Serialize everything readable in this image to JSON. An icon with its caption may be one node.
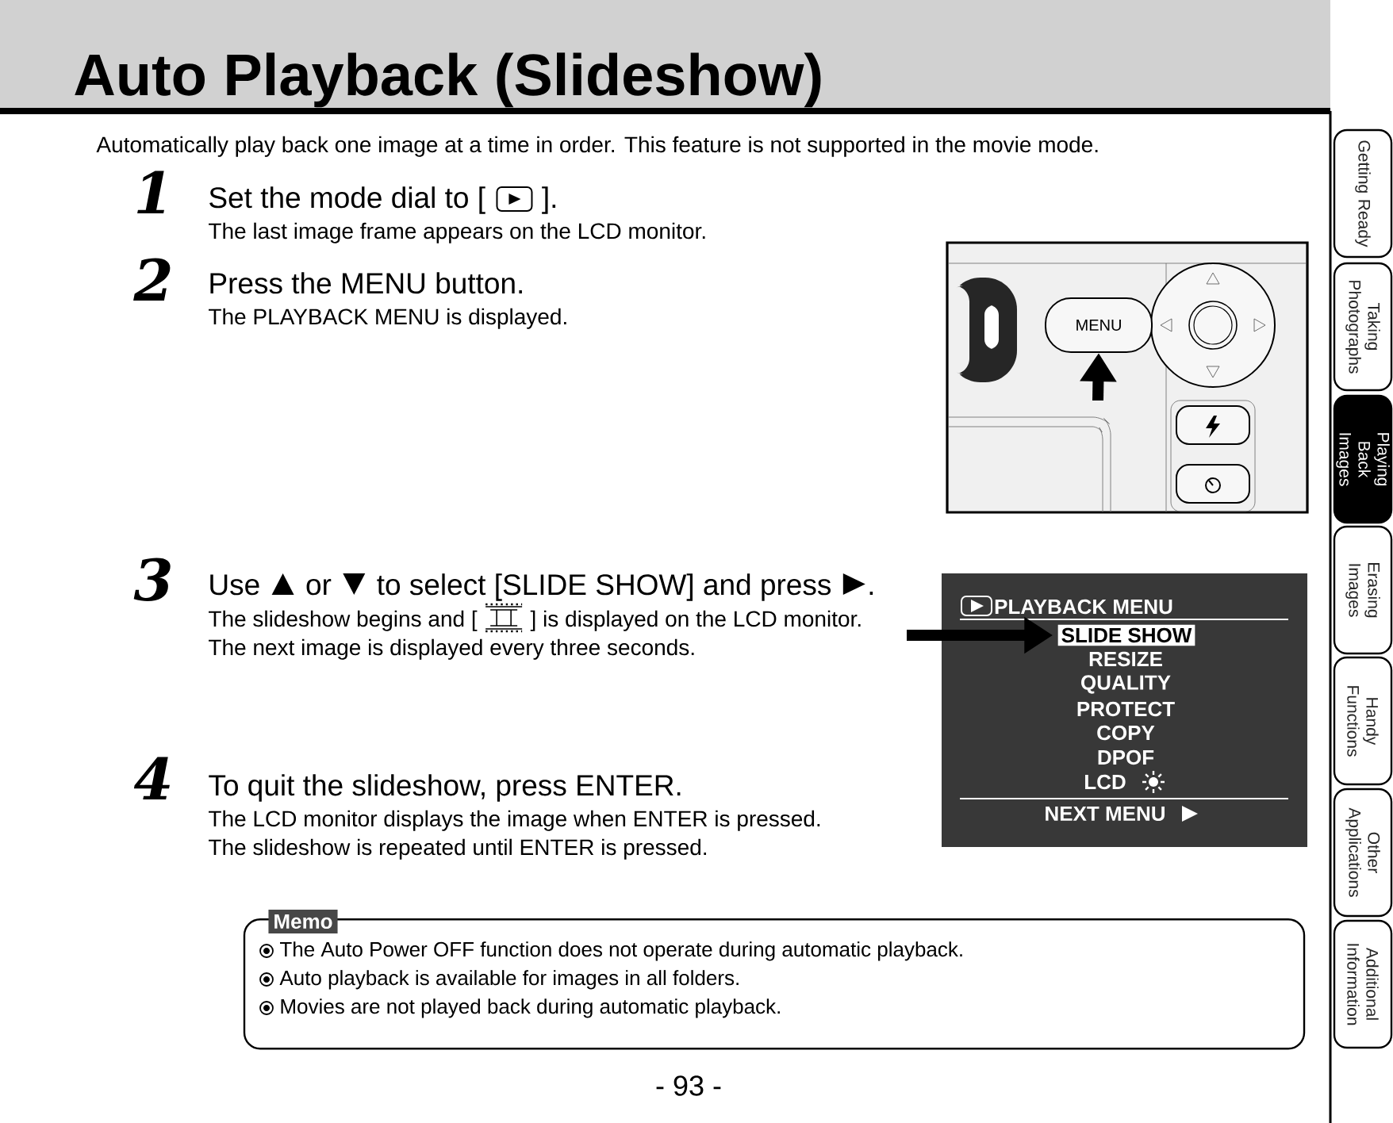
{
  "diagram": {
    "title": "Auto Playback (Slideshow)",
    "nodes": [
      {
        "text": [],
        "shape": "picture"
      },
      {
        "text": [
          "MENU"
        ],
        "in": 0
      },
      {
        "text": [
          "PLAYBACK MENU",
          "RESIZE",
          "QUALITY",
          "PROTECT",
          "COPY",
          "DPOF",
          "LCD",
          "NEXT MENU"
        ]
      },
      {
        "text": [
          "SLIDE SHOW"
        ],
        "in": 2
      },
      {
        "text": [
          "Memo",
          "The Auto Power OFF function does not operate during automatic playback.",
          "Auto playback is available for images in all folders.",
          "Movies are not played back during automatic playback."
        ]
      },
      {
        "text": [
          "Getting Ready"
        ]
      },
      {
        "text": [
          "Taking Photographs"
        ]
      },
      {
        "text": [
          "Playing Back Images"
        ]
      },
      {
        "text": [
          "Erasing Images"
        ]
      },
      {
        "text": [
          "Handy Functions"
        ]
      },
      {
        "text": [
          "Other Applications"
        ]
      },
      {
        "text": [
          "Additional Information"
        ]
      }
    ],
    "edges": [
      {
        "from": null,
        "to": 1,
        "arrow": "to"
      },
      {
        "from": null,
        "to": 3,
        "arrow": "to"
      }
    ],
    "labels": [
      "Automatically play back one image at a time in order. This feature is not supported in the movie mode.",
      "1",
      "Set the mode dial to [",
      "].",
      "The last image frame appears on the LCD monitor.",
      "2",
      "Press the MENU button.",
      "The PLAYBACK MENU is displayed.",
      "3",
      "Use",
      "or",
      "to select [SLIDE SHOW] and press",
      ".",
      "The slideshow begins and [",
      "] is displayed on the LCD monitor.",
      "The next image is displayed every three seconds.",
      "4",
      "To quit the slideshow, press ENTER.",
      "The LCD monitor displays the image when ENTER is pressed.",
      "The slideshow is repeated until ENTER is pressed.",
      "- 93 -"
    ]
  }
}
